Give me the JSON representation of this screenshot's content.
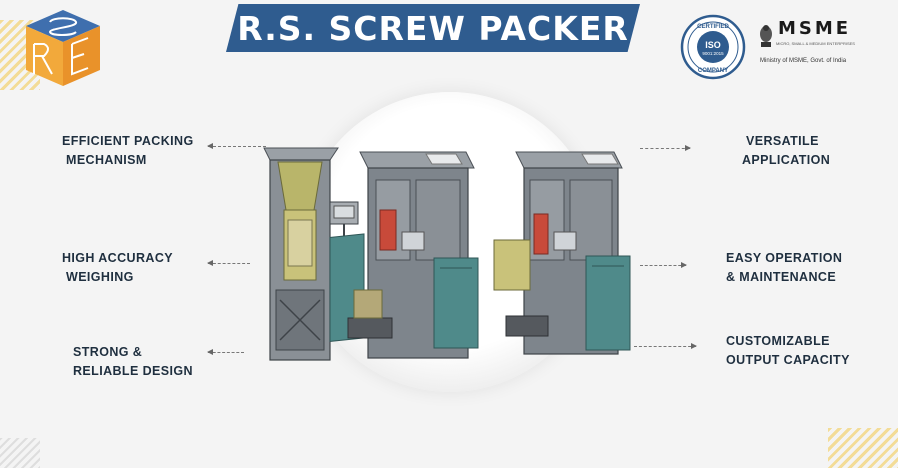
{
  "brand": {
    "title": "R.S. SCREW PACKER",
    "logo_letters": [
      "R",
      "E",
      "S"
    ],
    "colors": {
      "banner": "#2f5c8f",
      "accent": "#f2a93b",
      "text": "#1f2f3f"
    }
  },
  "badges": {
    "iso_top": "CERTIFIED",
    "iso_mid": "ISO",
    "iso_num": "9001:2015",
    "iso_bottom": "COMPANY",
    "msme_word": "MSME",
    "msme_sub": "MICRO, SMALL & MEDIUM ENTERPRISES",
    "msme_ministry": "Ministry of MSME, Govt. of India"
  },
  "features_left": [
    {
      "line1": "EFFICIENT PACKING",
      "line2": "MECHANISM"
    },
    {
      "line1": "HIGH ACCURACY",
      "line2": "WEIGHING"
    },
    {
      "line1": "STRONG &",
      "line2": "RELIABLE DESIGN"
    }
  ],
  "features_right": [
    {
      "line1": "VERSATILE",
      "line2": "APPLICATION"
    },
    {
      "line1": "EASY OPERATION",
      "line2": "& MAINTENANCE"
    },
    {
      "line1": "CUSTOMIZABLE",
      "line2": "OUTPUT CAPACITY"
    }
  ],
  "icons": [
    "logo-cube-icon",
    "iso-seal-icon",
    "msme-emblem-icon",
    "arrow-left-icon",
    "arrow-right-icon"
  ]
}
